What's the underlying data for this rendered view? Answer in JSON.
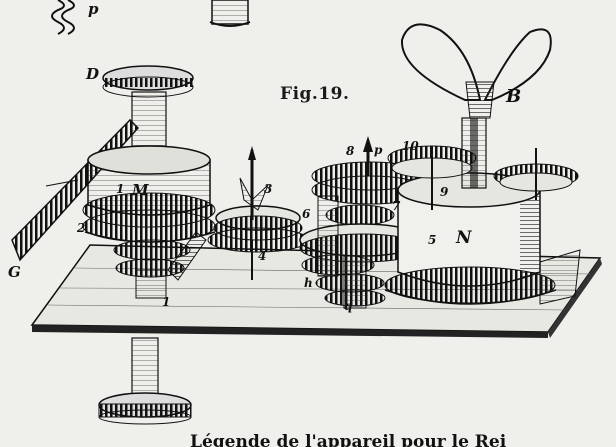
{
  "figure": {
    "title": "Fig.19."
  },
  "labels": {
    "p_top": "p",
    "D": "D",
    "B": "B",
    "N": "N",
    "G": "G",
    "M": "M",
    "n1_left": "1",
    "n1_bottom": "1",
    "n2": "2",
    "n3": "3",
    "n4": "4",
    "n5": "5",
    "n6": "6",
    "n7": "7",
    "n8": "8",
    "n9": "9",
    "n10": "10",
    "p_mid": "p",
    "q": "q",
    "h": "h"
  },
  "caption": "Légende de l'appareil pour le Rei"
}
